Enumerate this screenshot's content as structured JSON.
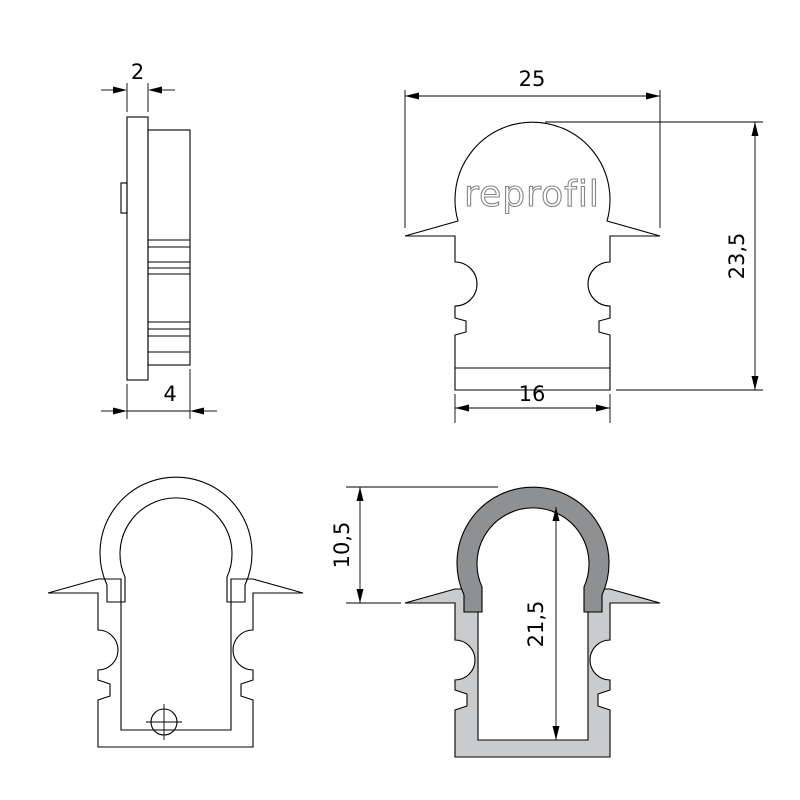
{
  "drawing_type": "end-cap profile technical drawing",
  "logo": "reprofil",
  "dims": {
    "side_thickness": "2",
    "side_depth": "4",
    "front_width": "25",
    "front_height": "23,5",
    "front_base": "16",
    "section_cover": "10,5",
    "section_inner": "21,5"
  },
  "colors": {
    "line": "#000000",
    "background": "#ffffff",
    "logo_gray": "#868686",
    "cover_fill": "#8e9092",
    "body_fill": "#c9cbcd"
  }
}
